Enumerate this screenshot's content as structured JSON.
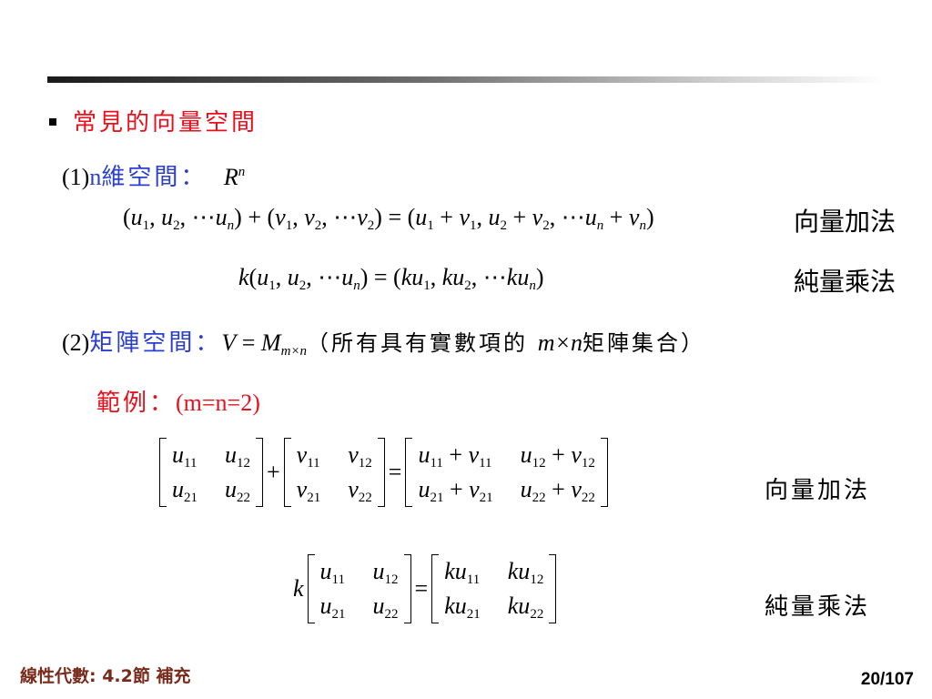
{
  "heading": "常見的向量空間",
  "item1": {
    "prefix": "(1)",
    "n": "n",
    "label": "維空間：",
    "symbol": "R",
    "sup": "n"
  },
  "row1": {
    "label": "向量加法"
  },
  "row2": {
    "label": "純量乘法"
  },
  "item2": {
    "prefix": "(2)",
    "label": "矩陣空間：",
    "lhs": "V",
    "eq": " = ",
    "M": "M",
    "sub": "m×n",
    "paren_open": "（所有具有實數項的 ",
    "mn": "m×n",
    "paren_close": "矩陣集合）"
  },
  "example": {
    "label": "範例：",
    "value": "(m=n=2)"
  },
  "mat_add_label": "向量加法",
  "mat_scalar_label": "純量乘法",
  "scalar": "k",
  "footer": {
    "left": "線性代數: 4.2節 補充",
    "page": "20/107"
  }
}
